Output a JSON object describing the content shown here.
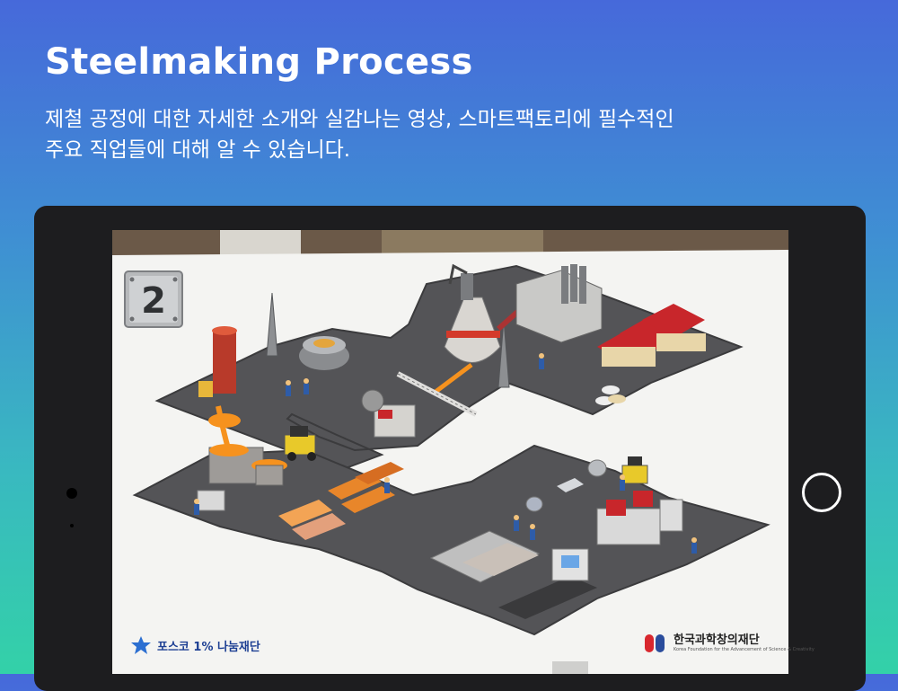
{
  "header": {
    "title": "Steelmaking Process",
    "description_lines": [
      "제철 공정에 대한 자세한 소개와 실감나는 영상, 스마트팩토리에 필수적인",
      "주요 직업들에 대해 알 수 있습니다."
    ]
  },
  "ar_card": {
    "step_number": "2",
    "sponsor_left": "포스코 1% 나눔재단",
    "sponsor_right": "한국과학창의재단",
    "sponsor_right_sub": "Korea Foundation for the Advancement of Science & Creativity"
  },
  "colors": {
    "background_top": "#4669da",
    "background_bottom": "#33d1a8",
    "tablet_frame": "#1d1d1f",
    "factory_floor": "#545457",
    "roof_red": "#c8262b",
    "molten": "#f6921e"
  },
  "icons": {
    "shutter": "shutter-button-icon",
    "camera": "front-camera-icon"
  }
}
